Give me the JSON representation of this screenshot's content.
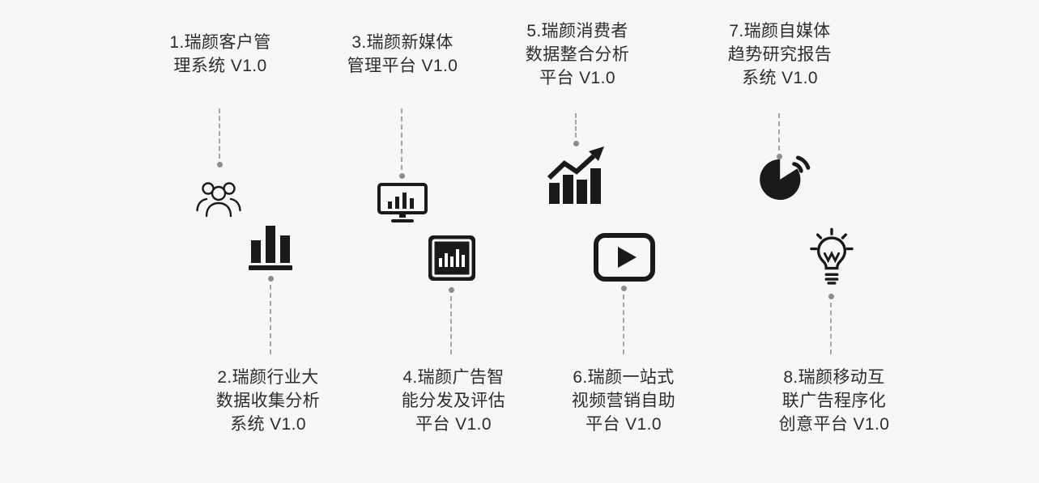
{
  "colors": {
    "background": "#f7f7f7",
    "text": "#2d2d2d",
    "icon": "#1a1a1a",
    "connector_line": "#a6a6a6",
    "connector_dot": "#8c8c8c"
  },
  "diagram": {
    "top_items": [
      {
        "label": "1.瑞颜客户管\n理系统 V1.0",
        "icon": "users-icon"
      },
      {
        "label": "3.瑞颜新媒体\n管理平台 V1.0",
        "icon": "monitor-bar-chart-icon"
      },
      {
        "label": "5.瑞颜消费者\n数据整合分析\n平台 V1.0",
        "icon": "growth-chart-arrow-icon"
      },
      {
        "label": "7.瑞颜自媒体\n趋势研究报告\n系统 V1.0",
        "icon": "pie-chart-signal-icon"
      }
    ],
    "bottom_items": [
      {
        "label": "2.瑞颜行业大\n数据收集分析\n系统 V1.0",
        "icon": "bar-chart-icon"
      },
      {
        "label": "4.瑞颜广告智\n能分发及评估\n平台 V1.0",
        "icon": "framed-bar-chart-icon"
      },
      {
        "label": "6.瑞颜一站式\n视频营销自助\n平台 V1.0",
        "icon": "video-play-icon"
      },
      {
        "label": "8.瑞颜移动互\n联广告程序化\n创意平台 V1.0",
        "icon": "lightbulb-idea-icon"
      }
    ]
  }
}
